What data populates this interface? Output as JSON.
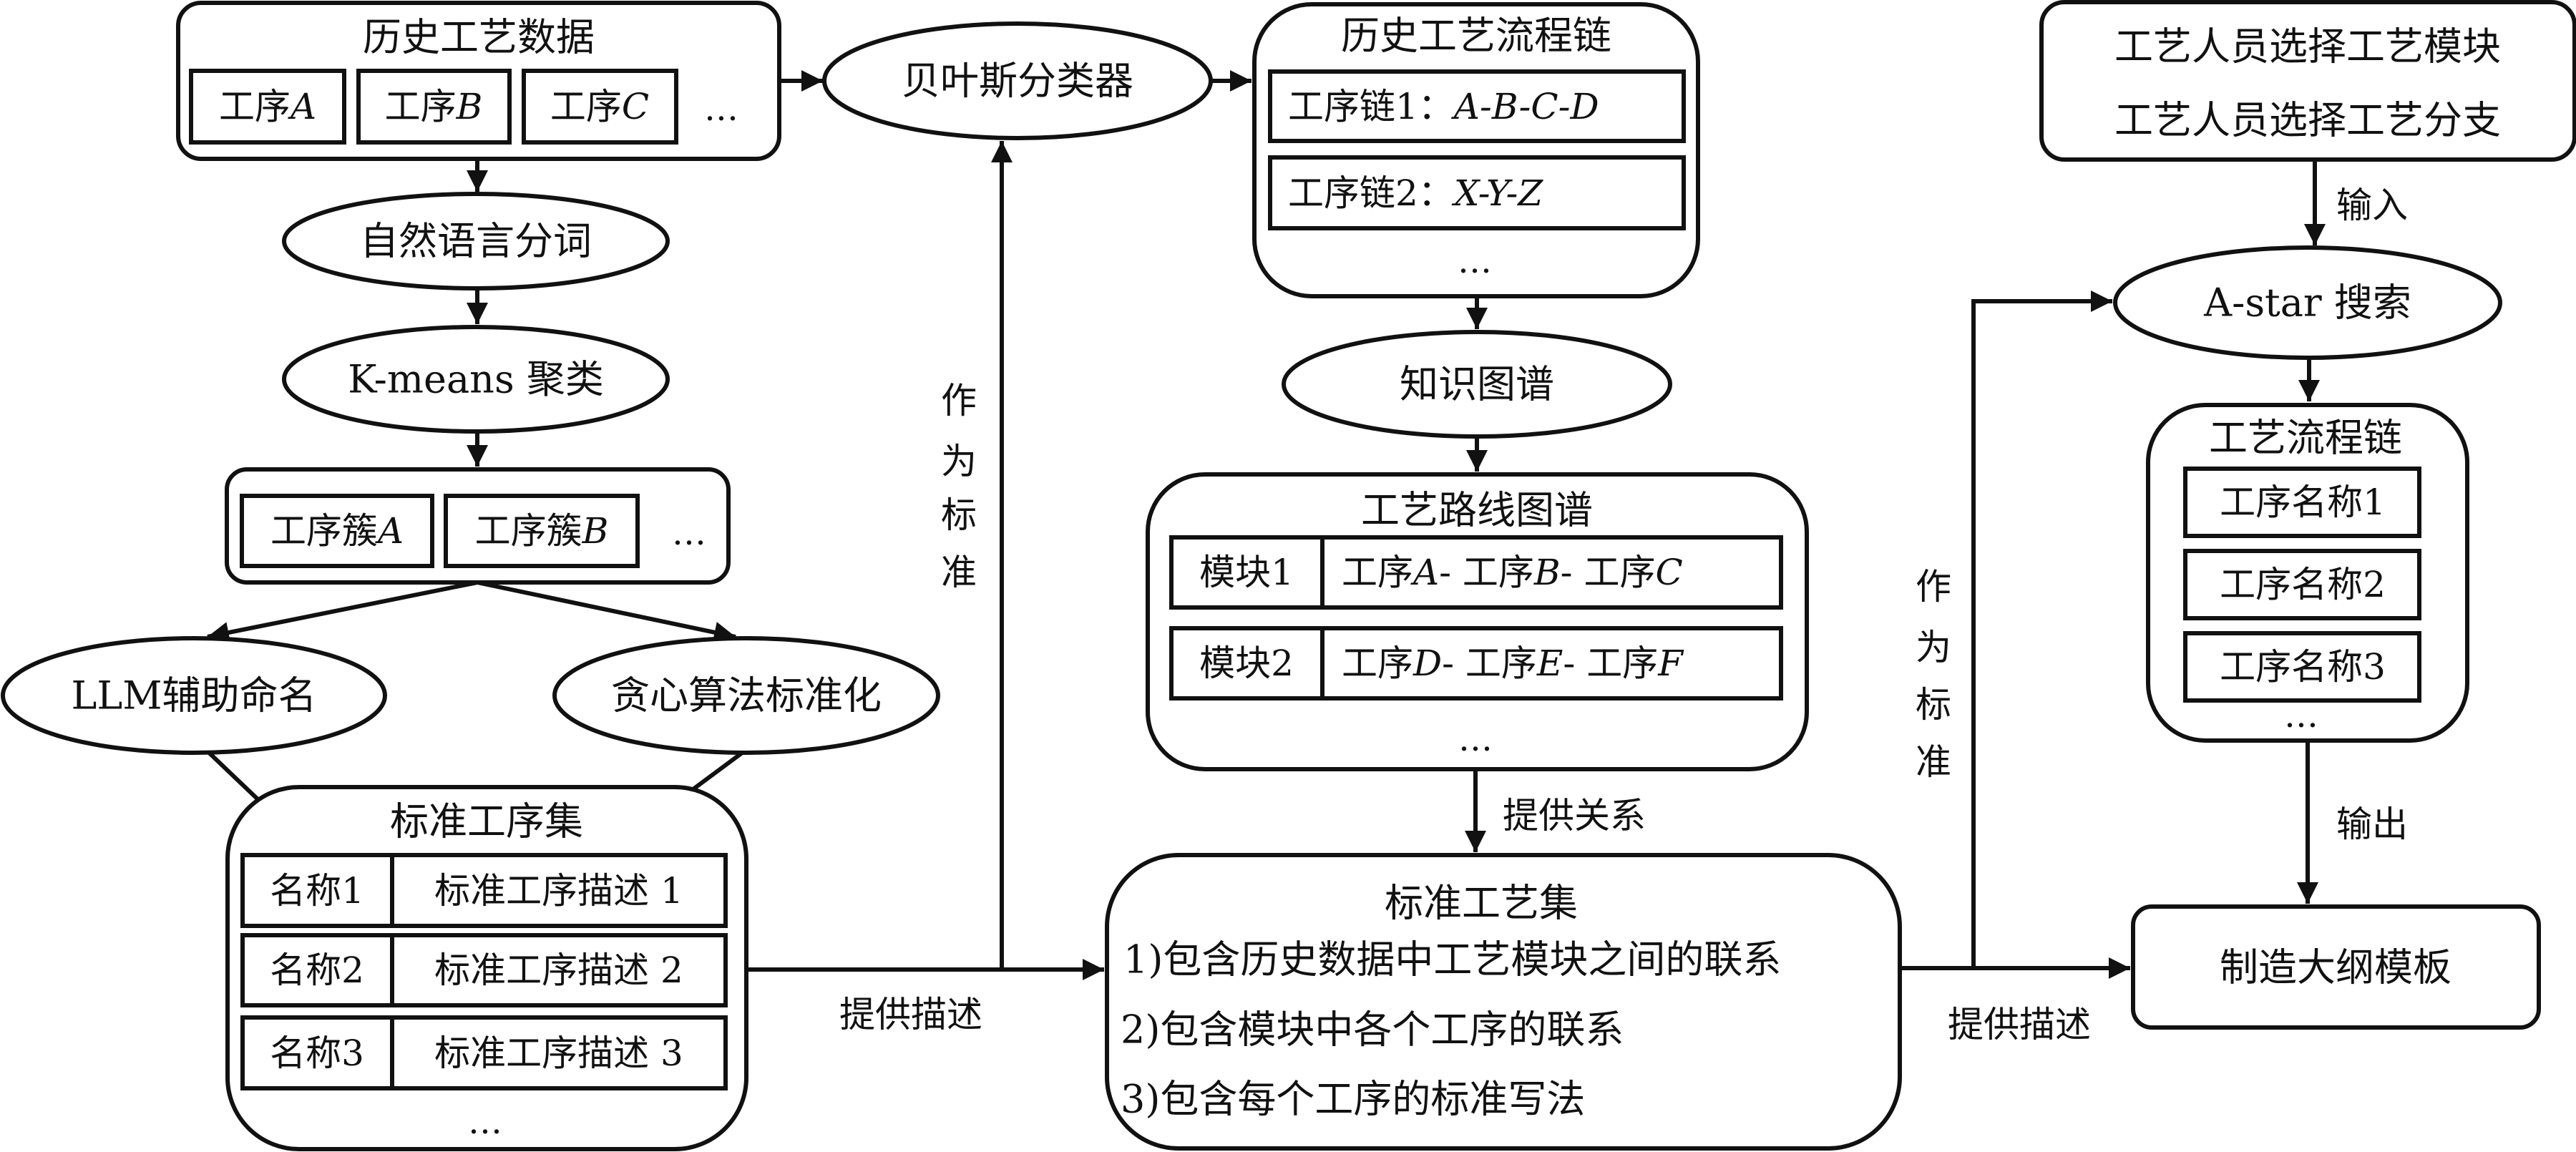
{
  "diagram": {
    "nodes": {
      "history_data": {
        "title": "历史工艺数据",
        "items": [
          {
            "prefix": "工序",
            "var": "A"
          },
          {
            "prefix": "工序",
            "var": "B"
          },
          {
            "prefix": "工序",
            "var": "C"
          }
        ],
        "more": "…"
      },
      "nlp_tokenize": {
        "label": "自然语言分词"
      },
      "kmeans": {
        "label": "K-means 聚类"
      },
      "clusters": {
        "items": [
          {
            "prefix": "工序簇",
            "var": "A"
          },
          {
            "prefix": "工序簇",
            "var": "B"
          }
        ],
        "more": "…"
      },
      "llm_naming": {
        "label": "LLM辅助命名"
      },
      "greedy_standardize": {
        "label": "贪心算法标准化"
      },
      "standard_procedure_set": {
        "title": "标准工序集",
        "rows": [
          {
            "name": "名称1",
            "desc": "标准工序描述 1"
          },
          {
            "name": "名称2",
            "desc": "标准工序描述 2"
          },
          {
            "name": "名称3",
            "desc": "标准工序描述 3"
          }
        ],
        "more": "…"
      },
      "bayes_classifier": {
        "label": "贝叶斯分类器"
      },
      "history_chain": {
        "title": "历史工艺流程链",
        "rows": [
          {
            "prefix": "工序链1：",
            "var": "A-B-C-D"
          },
          {
            "prefix": "工序链2：",
            "var": "X-Y-Z"
          }
        ],
        "more": "…"
      },
      "knowledge_graph": {
        "label": "知识图谱"
      },
      "route_graph": {
        "title": "工艺路线图谱",
        "rows": [
          {
            "module": "模块1",
            "seq": [
              {
                "p": "工序",
                "v": "A"
              },
              {
                "p": "工序",
                "v": "B"
              },
              {
                "p": "工序",
                "v": "C"
              }
            ]
          },
          {
            "module": "模块2",
            "seq": [
              {
                "p": "工序",
                "v": "D"
              },
              {
                "p": "工序",
                "v": "E"
              },
              {
                "p": "工序",
                "v": "F"
              }
            ]
          }
        ],
        "more": "…"
      },
      "standard_process_set": {
        "title": "标准工艺集",
        "lines": [
          "1)包含历史数据中工艺模块之间的联系",
          "2)包含模块中各个工序的联系",
          "3)包含每个工序的标准写法"
        ]
      },
      "user_selection": {
        "lines": [
          "工艺人员选择工艺模块",
          "工艺人员选择工艺分支"
        ]
      },
      "astar_search": {
        "label": "A-star 搜索"
      },
      "process_chain": {
        "title": "工艺流程链",
        "rows": [
          "工序名称1",
          "工序名称2",
          "工序名称3"
        ],
        "more": "…"
      },
      "outline_template": {
        "label": "制造大纲模板"
      }
    },
    "edge_labels": {
      "as_standard_left": [
        "作",
        "为",
        "标",
        "准"
      ],
      "as_standard_right": [
        "作",
        "为",
        "标",
        "准"
      ],
      "provide_description_left": "提供描述",
      "provide_description_right": "提供描述",
      "provide_relation": "提供关系",
      "input": "输入",
      "output": "输出"
    },
    "edges": [
      {
        "from": "history_data",
        "to": "bayes_classifier"
      },
      {
        "from": "history_data",
        "to": "nlp_tokenize"
      },
      {
        "from": "nlp_tokenize",
        "to": "kmeans"
      },
      {
        "from": "kmeans",
        "to": "clusters"
      },
      {
        "from": "clusters",
        "to": "llm_naming"
      },
      {
        "from": "clusters",
        "to": "greedy_standardize"
      },
      {
        "from": "llm_naming",
        "to": "standard_procedure_set"
      },
      {
        "from": "greedy_standardize",
        "to": "standard_procedure_set"
      },
      {
        "from": "standard_procedure_set",
        "to": "bayes_classifier",
        "label": "作为标准"
      },
      {
        "from": "standard_procedure_set",
        "to": "standard_process_set",
        "label": "提供描述"
      },
      {
        "from": "bayes_classifier",
        "to": "history_chain"
      },
      {
        "from": "history_chain",
        "to": "knowledge_graph"
      },
      {
        "from": "knowledge_graph",
        "to": "route_graph"
      },
      {
        "from": "route_graph",
        "to": "standard_process_set",
        "label": "提供关系"
      },
      {
        "from": "standard_process_set",
        "to": "astar_search",
        "label": "作为标准"
      },
      {
        "from": "standard_process_set",
        "to": "outline_template",
        "label": "提供描述"
      },
      {
        "from": "user_selection",
        "to": "astar_search",
        "label": "输入"
      },
      {
        "from": "astar_search",
        "to": "process_chain"
      },
      {
        "from": "process_chain",
        "to": "outline_template",
        "label": "输出"
      }
    ]
  }
}
